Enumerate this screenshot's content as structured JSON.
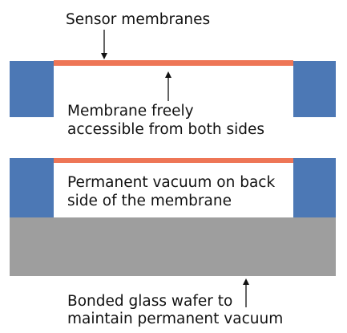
{
  "colors": {
    "membrane": "#EE7656",
    "silicon": "#4C78B5",
    "glass": "#9E9E9E",
    "text": "#111111",
    "background": "#FFFFFF"
  },
  "labels": {
    "sensor_membranes": "Sensor membranes",
    "freely_line1": "Membrane freely",
    "freely_line2": "accessible from both sides",
    "vacuum_line1": "Permanent vacuum on back",
    "vacuum_line2": "side of the membrane",
    "glass_line1": "Bonded glass wafer to",
    "glass_line2": "maintain permanent vacuum"
  }
}
